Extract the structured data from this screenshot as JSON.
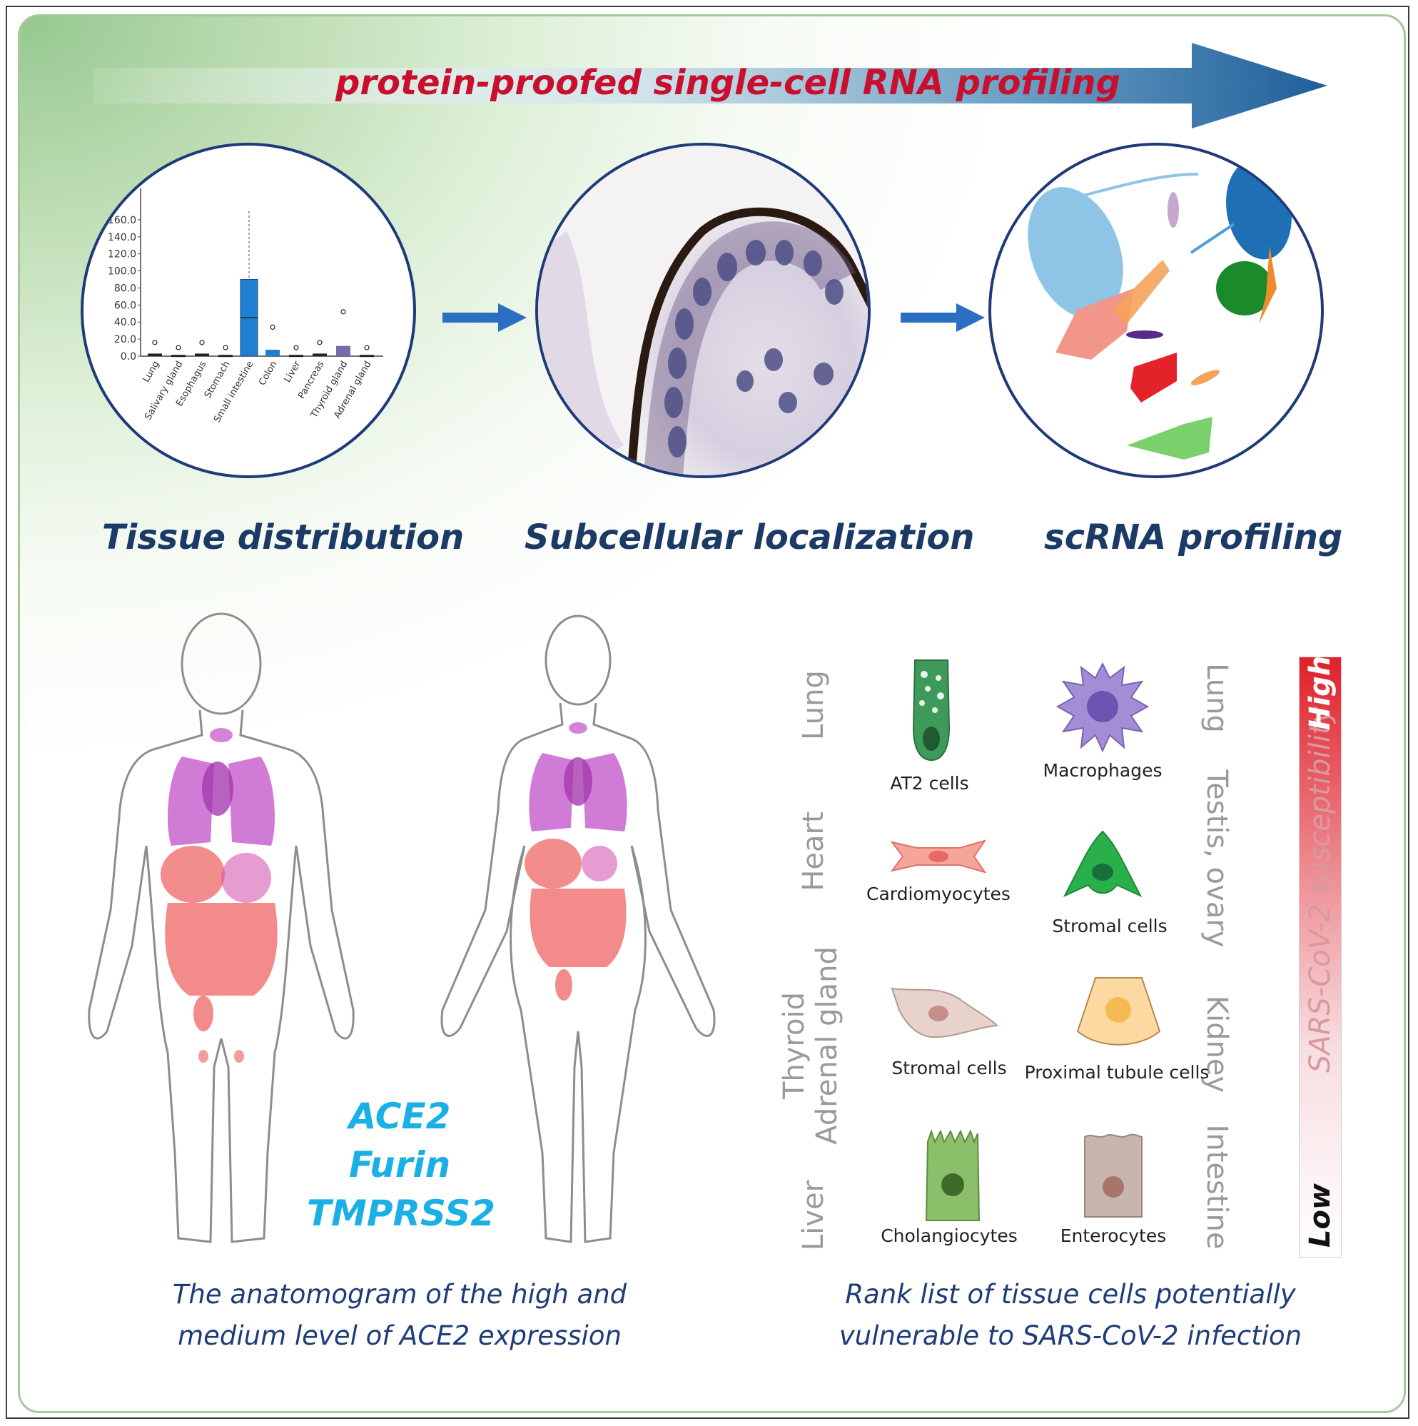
{
  "header": {
    "arrow_label": "protein-proofed single-cell RNA profiling"
  },
  "sections": {
    "tissue": "Tissue distribution",
    "subcellular": "Subcellular localization",
    "scrna": "scRNA profiling"
  },
  "chart_data": {
    "type": "bar",
    "categories": [
      "Lung",
      "Salivary gland",
      "Esophagus",
      "Stomach",
      "Small intestine",
      "Colon",
      "Liver",
      "Pancreas",
      "Thyroid gland",
      "Adrenal gland"
    ],
    "y_ticks": [
      "0.0",
      "20.0",
      "40.0",
      "60.0",
      "80.0",
      "100.0",
      "120.0",
      "140.0",
      "160.0"
    ],
    "ylim": [
      0,
      180
    ],
    "series": [
      {
        "values": [
          2,
          1,
          2,
          1,
          45,
          5,
          1,
          2,
          8,
          1
        ]
      }
    ]
  },
  "genes": [
    "ACE2",
    "Furin",
    "TMPRSS2"
  ],
  "captions": {
    "left": [
      "The anatomogram of the high and",
      "medium level of ACE2 expression"
    ],
    "right": [
      "Rank list of tissue cells potentially",
      "vulnerable to SARS-CoV-2 infection"
    ]
  },
  "tissues_left": [
    "Lung",
    "Heart",
    "Thyroid",
    "Adrenal gland",
    "Liver"
  ],
  "tissues_right": [
    "Lung",
    "Testis, ovary",
    "Kidney",
    "Intestine"
  ],
  "cells": {
    "at2": "AT2 cells",
    "macrophages": "Macrophages",
    "cardiomyocytes": "Cardiomyocytes",
    "stromal1": "Stromal cells",
    "stromal2": "Stromal cells",
    "proximal": "Proximal tubule cells",
    "cholangiocytes": "Cholangiocytes",
    "enterocytes": "Enterocytes"
  },
  "susceptibility": {
    "label": "SARS-CoV-2 susceptibility",
    "high": "High",
    "low": "Low",
    "high_color": "#e0202a"
  }
}
